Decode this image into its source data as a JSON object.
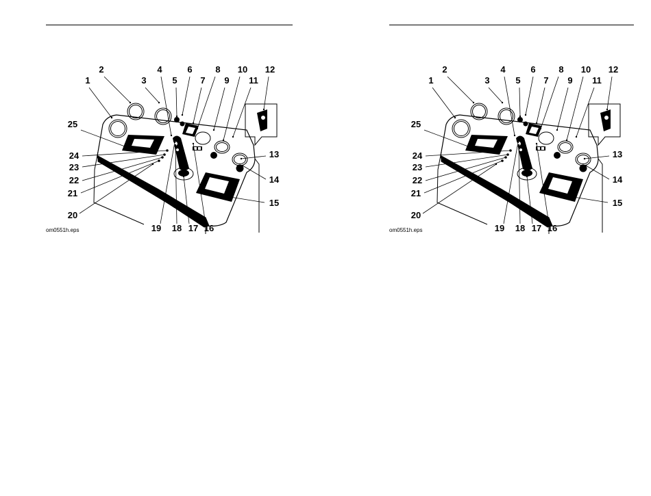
{
  "pages": [
    {
      "callouts": [
        "1",
        "2",
        "3",
        "4",
        "5",
        "6",
        "7",
        "8",
        "9",
        "10",
        "11",
        "12",
        "13",
        "14",
        "15",
        "16",
        "17",
        "18",
        "19",
        "20",
        "21",
        "22",
        "23",
        "24",
        "25"
      ],
      "caption": "om0551h.eps"
    },
    {
      "callouts": [
        "1",
        "2",
        "3",
        "4",
        "5",
        "6",
        "7",
        "8",
        "9",
        "10",
        "11",
        "12",
        "13",
        "14",
        "15",
        "16",
        "17",
        "18",
        "19",
        "20",
        "21",
        "22",
        "23",
        "24",
        "25"
      ],
      "caption": "om0551h.eps"
    }
  ]
}
